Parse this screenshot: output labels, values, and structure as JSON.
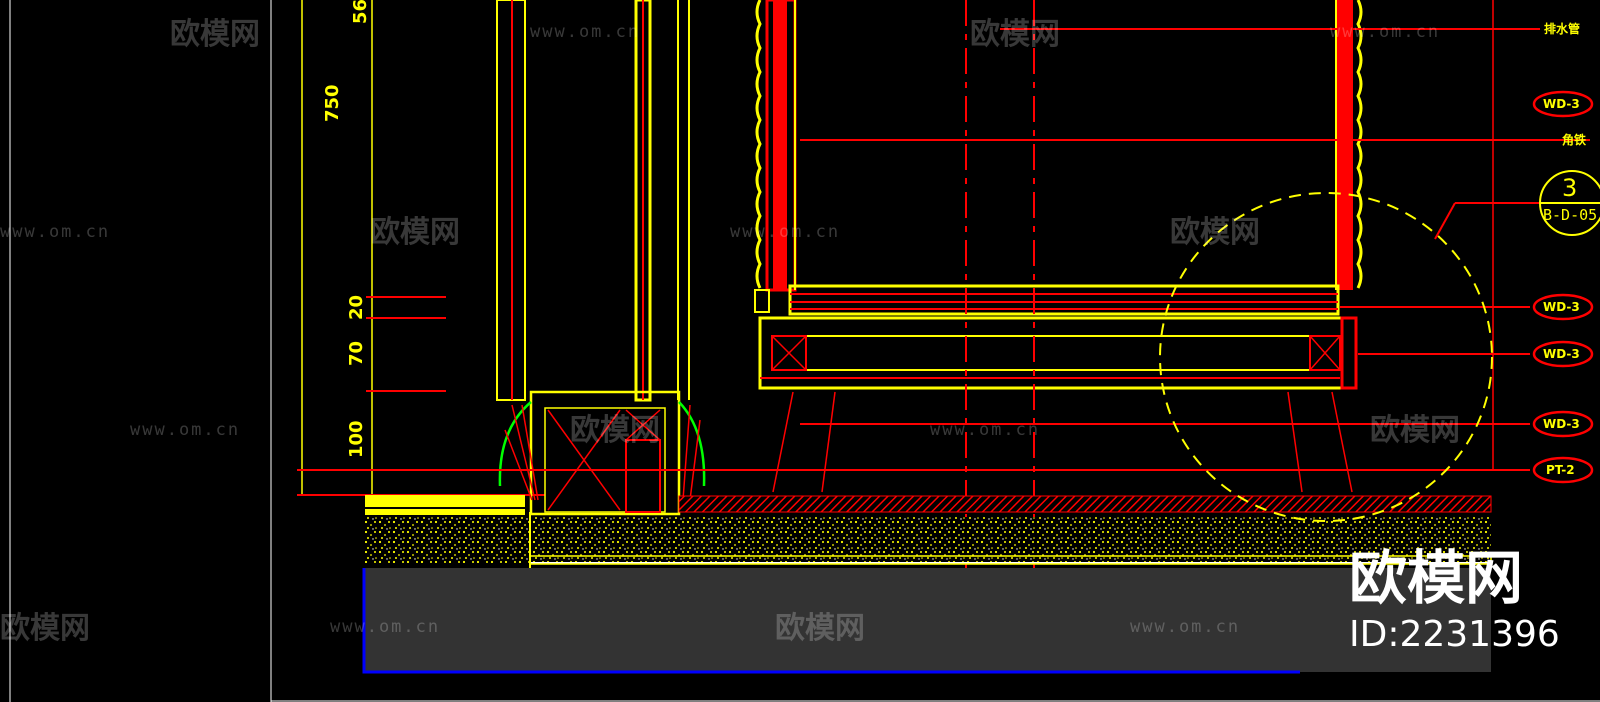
{
  "drawing": {
    "dimensions": [
      "56",
      "750",
      "20",
      "70",
      "100"
    ],
    "tags": [
      "WD-3",
      "WD-3",
      "WD-3",
      "WD-3",
      "PT-2"
    ],
    "notes": [
      "排水管",
      "角铁"
    ],
    "detail": {
      "number": "3",
      "reference": "B-D-05"
    }
  },
  "watermark": {
    "brand": "欧模网",
    "url": "www.om.cn",
    "id_label": "ID:2231396"
  },
  "colors": {
    "background": "#000000",
    "yellow": "#ffff00",
    "red": "#ff0000",
    "green": "#00ff00",
    "blue": "#0000ff",
    "gray": "#333333"
  }
}
